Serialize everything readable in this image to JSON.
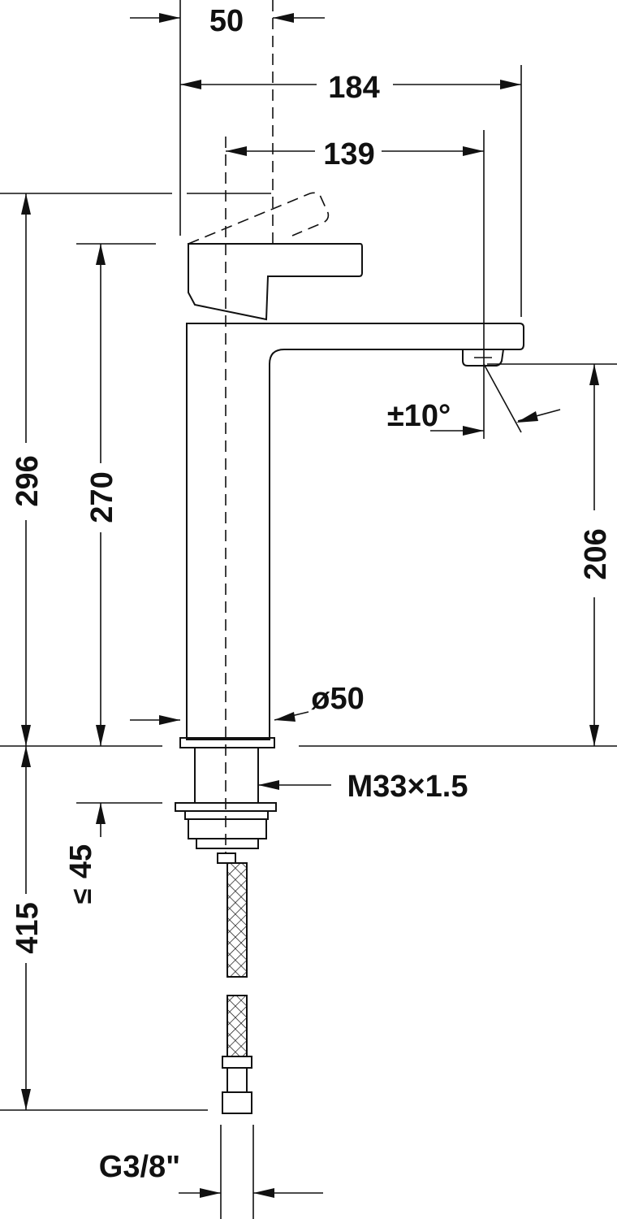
{
  "dimensions": {
    "top_width": "50",
    "overall_depth": "184",
    "spout_reach": "139",
    "total_height": "296",
    "lever_height": "270",
    "spout_height": "206",
    "swivel_angle": "±10°",
    "body_diameter": "ø50",
    "thread": "M33×1.5",
    "max_deck_thickness_symbol": "≤",
    "max_deck_thickness": "45",
    "hose_length": "415",
    "connection": "G3/8\""
  },
  "colors": {
    "ink": "#111111",
    "background": "#ffffff"
  }
}
